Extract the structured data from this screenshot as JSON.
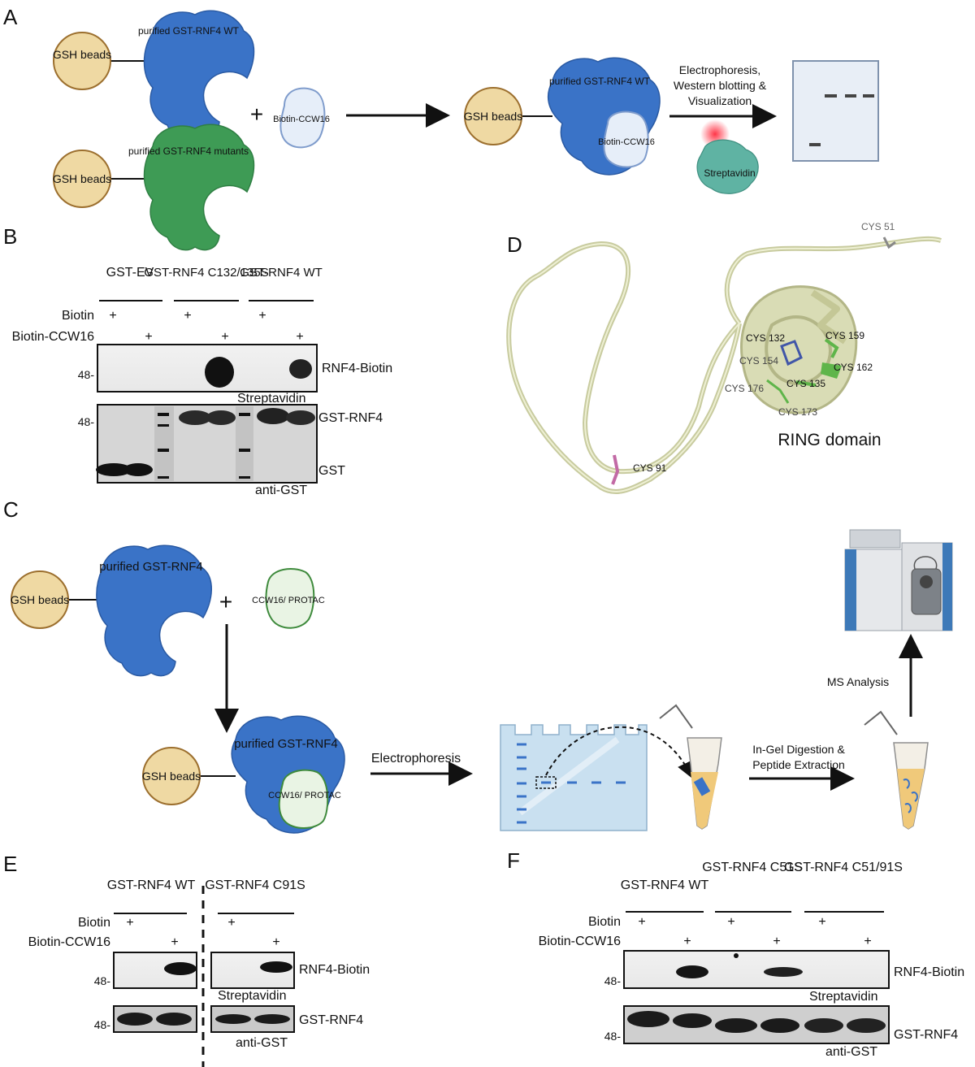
{
  "panels": {
    "A": "A",
    "B": "B",
    "C": "C",
    "D": "D",
    "E": "E",
    "F": "F"
  },
  "panel_a": {
    "gsh_beads": "GSH beads",
    "purified_wt": "purified GST-RNF4 WT",
    "purified_mutants": "purified GST-RNF4 mutants",
    "plus": "+",
    "biotin_ccw16": "Biotin-CCW16",
    "electro_line1": "Electrophoresis,",
    "electro_line2": "Western blotting &",
    "electro_line3": "Visualization",
    "streptavidin": "Streptavidin"
  },
  "panel_b": {
    "groups": [
      "GST-EV",
      "GST-RNF4 C132/135S",
      "GST-RNF4 WT"
    ],
    "row_biotin": "Biotin",
    "row_biotin_ccw16": "Biotin-CCW16",
    "plus": "+",
    "marker": "48-",
    "band_rnf4_biotin": "RNF4-Biotin",
    "stain_streptavidin": "Streptavidin",
    "band_gst_rnf4": "GST-RNF4",
    "band_gst": "GST",
    "stain_anti_gst": "anti-GST"
  },
  "panel_c": {
    "gsh_beads": "GSH beads",
    "purified": "purified GST-RNF4",
    "ligand": "CCW16/ PROTAC",
    "plus": "+",
    "electrophoresis": "Electrophoresis",
    "digestion_line1": "In-Gel Digestion &",
    "digestion_line2": "Peptide Extraction",
    "ms_analysis": "MS Analysis"
  },
  "panel_d": {
    "residues": [
      "CYS 51",
      "CYS 132",
      "CYS 159",
      "CYS 154",
      "CYS 162",
      "CYS 135",
      "CYS 176",
      "CYS 173",
      "CYS 91"
    ],
    "domain_label": "RING domain"
  },
  "panel_e": {
    "groups": [
      "GST-RNF4 WT",
      "GST-RNF4 C91S"
    ],
    "row_biotin": "Biotin",
    "row_biotin_ccw16": "Biotin-CCW16",
    "plus": "+",
    "marker": "48-",
    "band_rnf4_biotin": "RNF4-Biotin",
    "stain_streptavidin": "Streptavidin",
    "band_gst_rnf4": "GST-RNF4",
    "stain_anti_gst": "anti-GST"
  },
  "panel_f": {
    "groups": [
      "GST-RNF4 WT",
      "GST-RNF4 C51S",
      "GST-RNF4 C51/91S"
    ],
    "row_biotin": "Biotin",
    "row_biotin_ccw16": "Biotin-CCW16",
    "plus": "+",
    "marker": "48-",
    "band_rnf4_biotin": "RNF4-Biotin",
    "stain_streptavidin": "Streptavidin",
    "band_gst_rnf4": "GST-RNF4",
    "stain_anti_gst": "anti-GST"
  },
  "colors": {
    "bead": "#efd9a3",
    "bead_stroke": "#9c6f2e",
    "protein_blue": "#3a73c7",
    "protein_green": "#3e9b55",
    "ligand_blue": "#e6eef9",
    "ligand_green": "#e9f4e4",
    "ribbon": "#d9dcb5",
    "cys_green": "#5fb54a",
    "cys_blue": "#4156a8",
    "cys_pink": "#c26aa5",
    "gel": "#c9e0f0"
  }
}
